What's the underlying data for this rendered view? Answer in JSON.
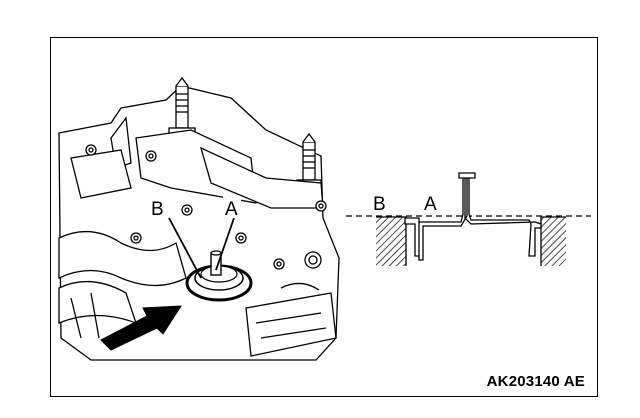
{
  "figure": {
    "code": "AK203140 AE",
    "left_labels": {
      "b": "B",
      "a": "A"
    },
    "right_labels": {
      "b": "B",
      "a": "A"
    }
  }
}
